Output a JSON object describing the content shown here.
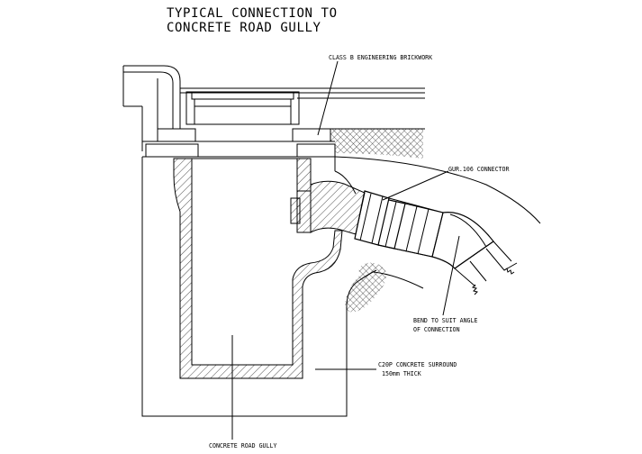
{
  "title": {
    "line1": "TYPICAL CONNECTION TO",
    "line2": "CONCRETE ROAD GULLY"
  },
  "labels": {
    "brickwork": "CLASS B ENGINEERING BRICKWORK",
    "connector": "GUR.106 CONNECTOR",
    "bend_line1": "BEND TO SUIT ANGLE",
    "bend_line2": "OF CONNECTION",
    "surround_line1": "C20P CONCRETE SURROUND",
    "surround_line2": "150mm THICK",
    "gully": "CONCRETE ROAD GULLY"
  },
  "colors": {
    "line": "#000000",
    "background": "#ffffff"
  }
}
